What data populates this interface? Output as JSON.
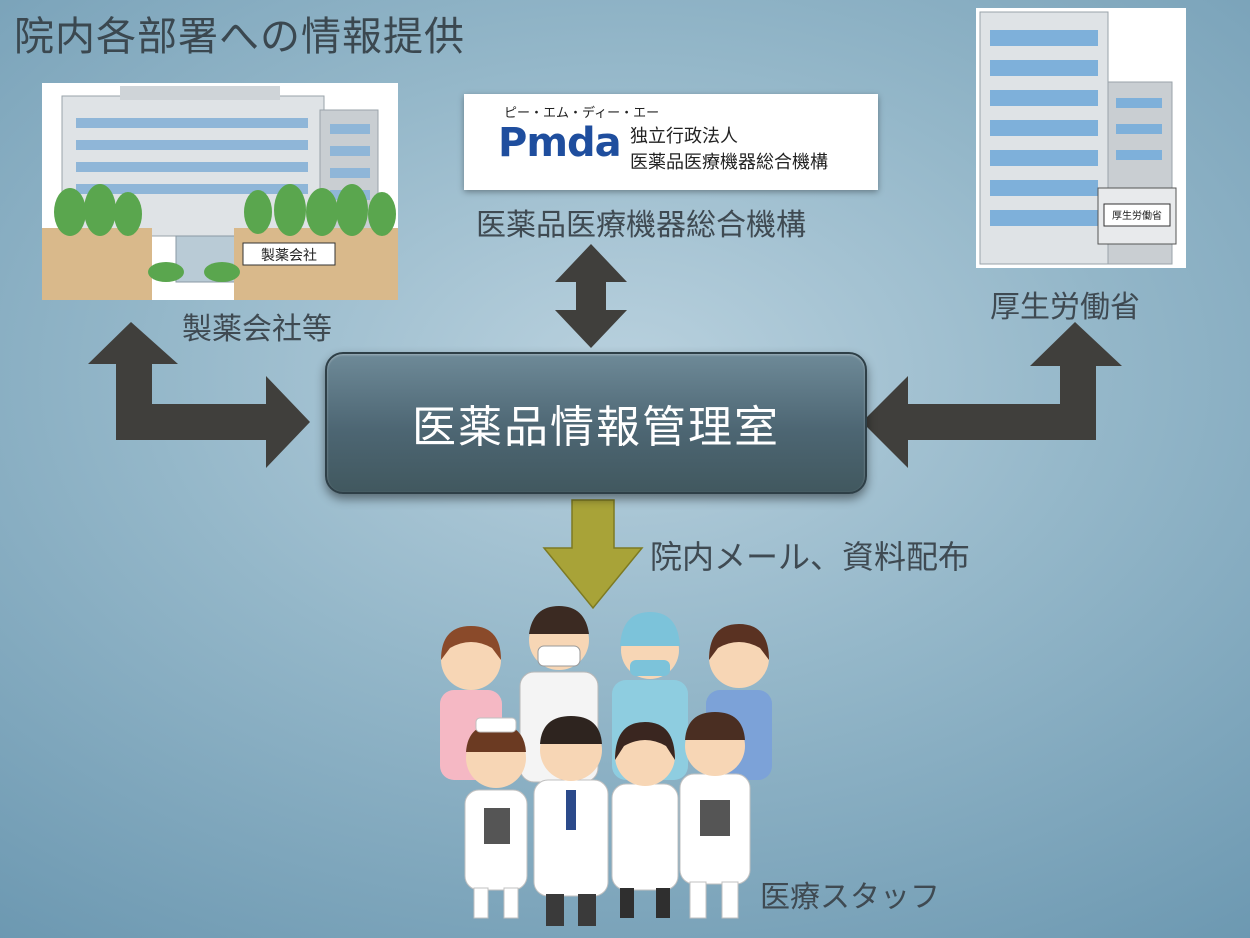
{
  "title": "院内各部署への情報提供",
  "nodes": {
    "pharma": "製薬会社等",
    "pmda": "医薬品医療機器総合機構",
    "mhlw": "厚生労働省",
    "center": "医薬品情報管理室",
    "staff": "医療スタッフ"
  },
  "edges": {
    "center_to_staff": "院内メール、資料配布"
  },
  "images": {
    "pharma_sign": "製薬会社",
    "mhlw_sign": "厚生労働省",
    "pmda_kana": "ピー・エム・ディー・エー",
    "pmda_logo": "Pmda",
    "pmda_org_line1": "独立行政法人",
    "pmda_org_line2": "医薬品医療機器総合機構"
  },
  "colors": {
    "arrow_dark": "#403f3c",
    "arrow_olive": "#a8a338",
    "center_box": "#4d6673"
  }
}
